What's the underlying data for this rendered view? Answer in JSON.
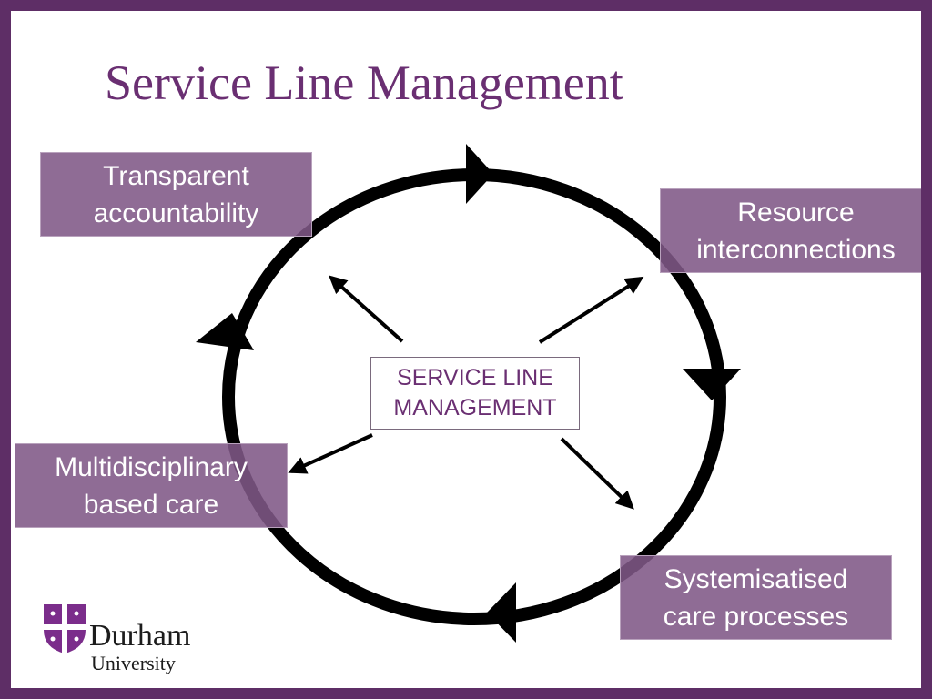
{
  "slide": {
    "title": "Service Line Management"
  },
  "diagram": {
    "center": {
      "line1": "SERVICE LINE",
      "line2": "MANAGEMENT"
    },
    "nodes": {
      "top_left": {
        "line1": "Transparent",
        "line2": "accountability"
      },
      "top_right": {
        "line1": "Resource",
        "line2": "interconnections"
      },
      "bottom_left": {
        "line1": "Multidisciplinary",
        "line2": "based care"
      },
      "bottom_right": {
        "line1": "Systemisatised",
        "line2": "care processes"
      }
    },
    "cycle_direction": "clockwise"
  },
  "logo": {
    "name": "Durham",
    "subtitle": "University",
    "color": "#7b2d8b"
  },
  "colors": {
    "frame": "#5e2e66",
    "title": "#6a2f72",
    "box_fill": "#805886"
  }
}
